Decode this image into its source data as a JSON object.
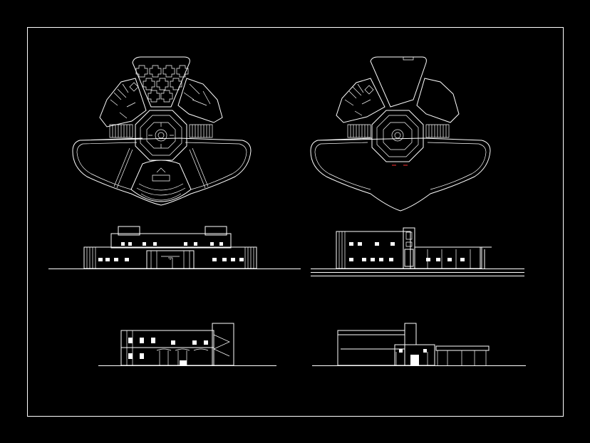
{
  "drawing": {
    "background": "#000000",
    "line_color": "#ffffff",
    "accent_color": "#ff3030",
    "views": [
      {
        "id": "floor-plan-1",
        "kind": "floor plan"
      },
      {
        "id": "floor-plan-2",
        "kind": "floor plan"
      },
      {
        "id": "front-elevation",
        "kind": "elevation"
      },
      {
        "id": "side-elevation",
        "kind": "elevation"
      },
      {
        "id": "section-1",
        "kind": "section"
      },
      {
        "id": "section-2",
        "kind": "section"
      }
    ]
  }
}
